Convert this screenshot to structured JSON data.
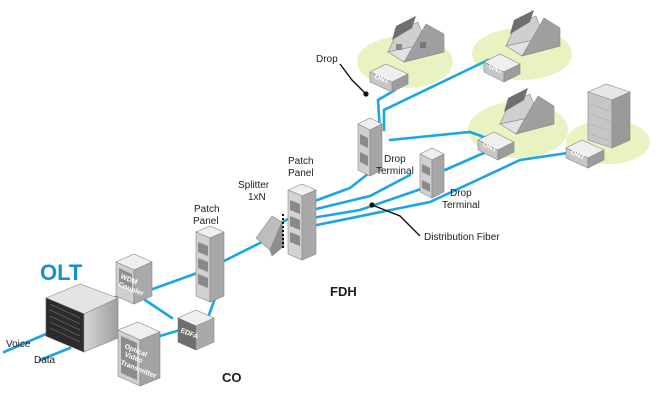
{
  "labels": {
    "olt": "OLT",
    "wdm": "WDM Coupler",
    "wdm_line1": "WDM",
    "wdm_line2": "Coupler",
    "edfa": "EDFA",
    "ovt_line1": "Optical",
    "ovt_line2": "Video",
    "ovt_line3": "Transmitter",
    "voice": "Voice",
    "data": "Data",
    "co": "CO",
    "fdh": "FDH",
    "patch_panel_1_line1": "Patch",
    "patch_panel_1_line2": "Panel",
    "patch_panel_2_line1": "Patch",
    "patch_panel_2_line2": "Panel",
    "splitter_line1": "Splitter",
    "splitter_line2": "1xN",
    "drop": "Drop",
    "drop_terminal_1_line1": "Drop",
    "drop_terminal_1_line2": "Terminal",
    "drop_terminal_2_line1": "Drop",
    "drop_terminal_2_line2": "Terminal",
    "distribution_fiber": "Distribution Fiber",
    "ont": "ONT"
  },
  "colors": {
    "fiber": "#1aa6e6",
    "olt_label": "#1a8fd0",
    "green_pad": "#e9f3c2"
  }
}
